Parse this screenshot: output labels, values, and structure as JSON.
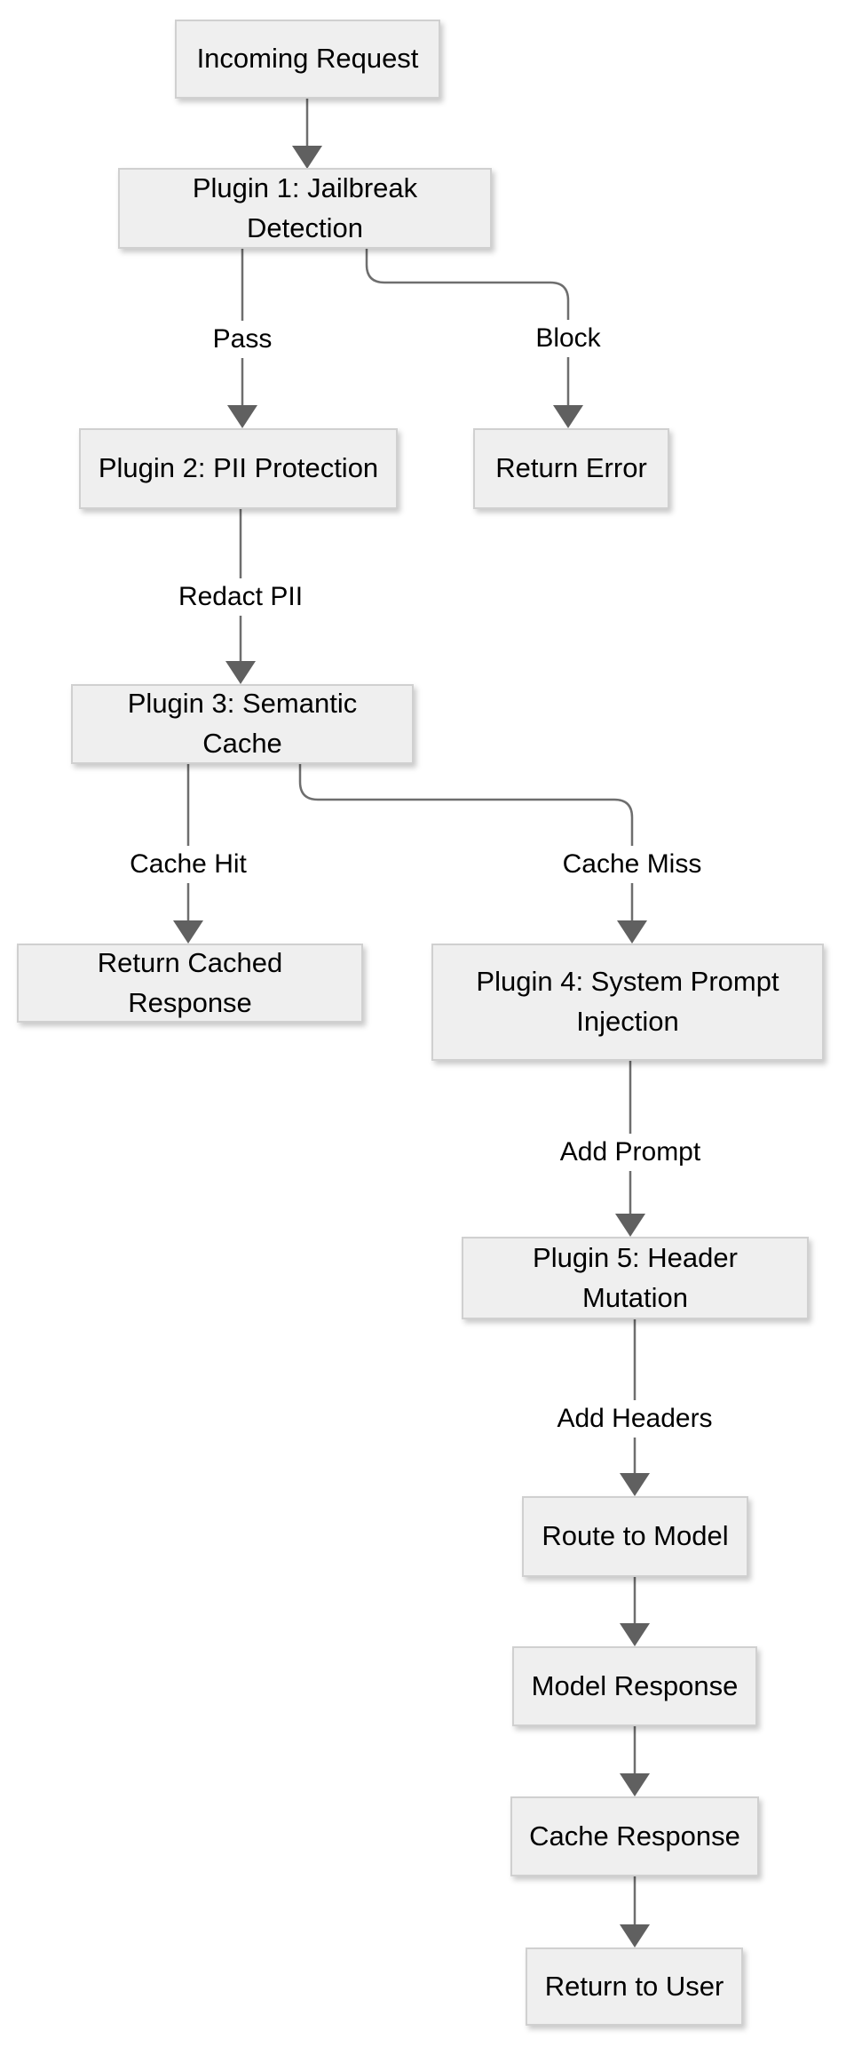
{
  "diagram": {
    "type": "flowchart-top-down",
    "nodes": {
      "incoming_request": "Incoming Request",
      "plugin1": "Plugin 1: Jailbreak Detection",
      "plugin2": "Plugin 2: PII Protection",
      "return_error": "Return Error",
      "plugin3": "Plugin 3: Semantic Cache",
      "return_cached_response": "Return Cached Response",
      "plugin4": "Plugin 4: System Prompt Injection",
      "plugin5": "Plugin 5: Header Mutation",
      "route_to_model": "Route to Model",
      "model_response": "Model Response",
      "cache_response": "Cache Response",
      "return_to_user": "Return to User"
    },
    "edge_labels": {
      "pass": "Pass",
      "block": "Block",
      "redact_pii": "Redact PII",
      "cache_hit": "Cache Hit",
      "cache_miss": "Cache Miss",
      "add_prompt": "Add Prompt",
      "add_headers": "Add Headers"
    },
    "edges": [
      {
        "from": "Incoming Request",
        "to": "Plugin 1: Jailbreak Detection",
        "label": ""
      },
      {
        "from": "Plugin 1: Jailbreak Detection",
        "to": "Plugin 2: PII Protection",
        "label": "Pass"
      },
      {
        "from": "Plugin 1: Jailbreak Detection",
        "to": "Return Error",
        "label": "Block"
      },
      {
        "from": "Plugin 2: PII Protection",
        "to": "Plugin 3: Semantic Cache",
        "label": "Redact PII"
      },
      {
        "from": "Plugin 3: Semantic Cache",
        "to": "Return Cached Response",
        "label": "Cache Hit"
      },
      {
        "from": "Plugin 3: Semantic Cache",
        "to": "Plugin 4: System Prompt Injection",
        "label": "Cache Miss"
      },
      {
        "from": "Plugin 4: System Prompt Injection",
        "to": "Plugin 5: Header Mutation",
        "label": "Add Prompt"
      },
      {
        "from": "Plugin 5: Header Mutation",
        "to": "Route to Model",
        "label": "Add Headers"
      },
      {
        "from": "Route to Model",
        "to": "Model Response",
        "label": ""
      },
      {
        "from": "Model Response",
        "to": "Cache Response",
        "label": ""
      },
      {
        "from": "Cache Response",
        "to": "Return to User",
        "label": ""
      }
    ]
  },
  "colors": {
    "background": "#ffffff",
    "node_fill": "#efefef",
    "node_border": "#d0d0d0",
    "line_color": "#6e6e6e",
    "arrow_color": "#606060",
    "text_color": "#000000",
    "edge_label_bg": "#ffffff"
  }
}
